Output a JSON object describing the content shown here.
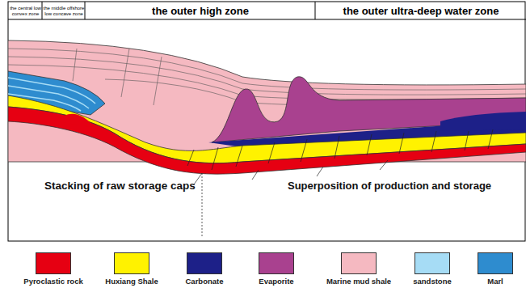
{
  "diagram": {
    "nodes": [
      {
        "text": [
          "the central low convex zone"
        ]
      },
      {
        "text": [
          "the middle offshore low concave zone"
        ]
      },
      {
        "text": [
          "the outer high zone"
        ]
      },
      {
        "text": [
          "the outer ultra-deep water zone"
        ]
      }
    ],
    "labels": [
      "Stacking of raw storage caps",
      "Superposition of production and storage"
    ],
    "legend": [
      {
        "text": "Pyroclastic rock",
        "color": "#e60012"
      },
      {
        "text": "Huxiang Shale",
        "color": "#fff200"
      },
      {
        "text": "Carbonate",
        "color": "#1d2088"
      },
      {
        "text": "Evaporite",
        "color": "#a9418f"
      },
      {
        "text": "Marine mud shale",
        "color": "#f5b9c1"
      },
      {
        "text": "sandstone",
        "color": "#a6dcf5"
      },
      {
        "text": "Marl",
        "color": "#2e8ccf"
      }
    ]
  }
}
